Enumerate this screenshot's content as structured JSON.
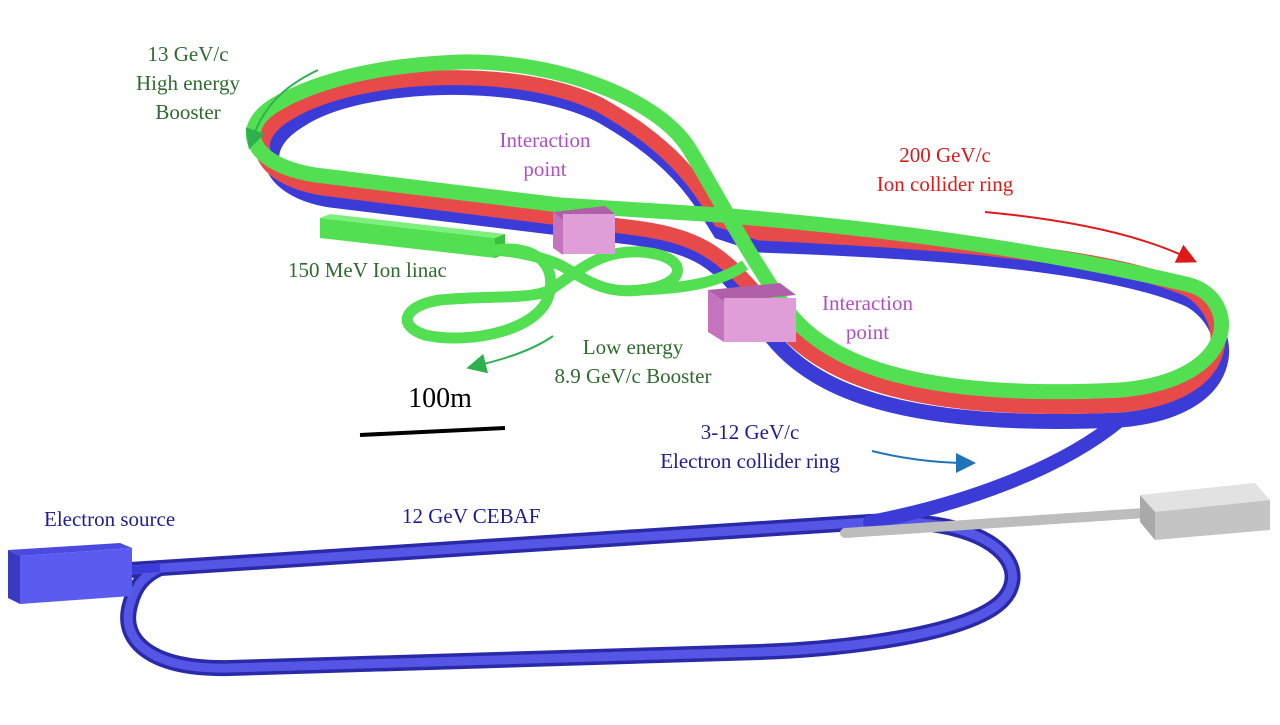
{
  "labels": {
    "high_energy_booster": [
      "13 GeV/c",
      "High energy",
      "Booster"
    ],
    "ip_top": [
      "Interaction",
      "point"
    ],
    "ion_ring": [
      "200 GeV/c",
      "Ion collider ring"
    ],
    "ion_linac": "150 MeV Ion linac",
    "ip_bottom": [
      "Interaction",
      "point"
    ],
    "low_energy_booster": [
      "Low energy",
      "8.9 GeV/c Booster"
    ],
    "scale": "100m",
    "electron_ring": [
      "3-12 GeV/c",
      "Electron collider ring"
    ],
    "electron_source": "Electron source",
    "cebaf": "12 GeV CEBAF"
  },
  "colors": {
    "electron": "#3b3bd8",
    "ion": "#e0393b",
    "booster": "#44d444",
    "interaction": "#d97fd0",
    "label_green": "#2f6b2f",
    "label_purple": "#b24fc8",
    "label_red": "#e01818",
    "label_blue": "#1d1d9a",
    "arrow_blue": "#1f74b8",
    "arrow_green": "#2fb04f",
    "gray_box": "#c8c8c8"
  }
}
